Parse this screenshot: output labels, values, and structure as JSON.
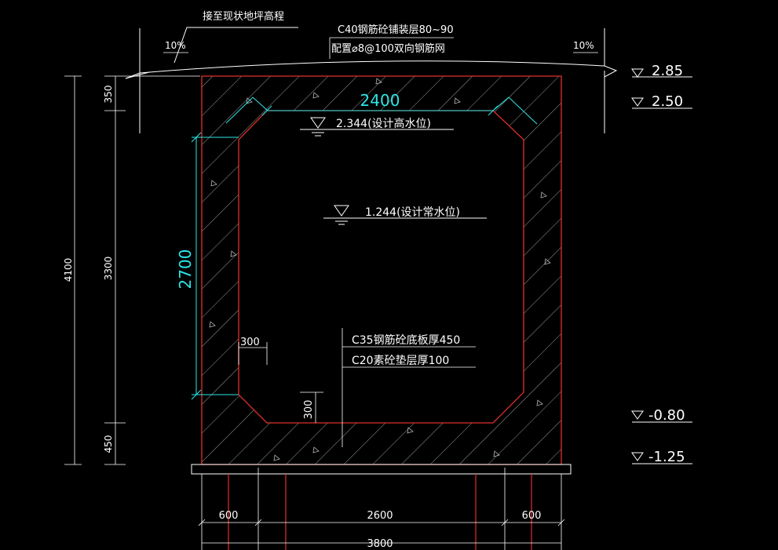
{
  "colors": {
    "background": "#000000",
    "concrete_outline": "#e0302a",
    "line_white": "#ffffff",
    "dimension_cyan": "#2ee6e6"
  },
  "annotations": {
    "ground_note": "接至现状地坪高程",
    "slope_left": "10%",
    "slope_right": "10%",
    "top_slab_line1": "C40钢筋砼铺装层80~90",
    "top_slab_line2": "配置⌀8@100双向钢筋网",
    "high_water": "2.344(设计高水位)",
    "normal_water": "1.244(设计常水位)",
    "bottom_slab_line1": "C35钢筋砼底板厚450",
    "bottom_slab_line2": "C20素砼垫层厚100"
  },
  "elevations": {
    "e1": "2.85",
    "e2": "2.50",
    "e3": "-0.80",
    "e4": "-1.25"
  },
  "dimensions": {
    "inner_width": "2400",
    "inner_height": "2700",
    "total_height": "4100",
    "top_thickness": "350",
    "wall_height": "3300",
    "bottom_thickness": "450",
    "haunch_horizontal": "300",
    "haunch_vertical": "300",
    "left_segment": "600",
    "middle_segment": "2600",
    "right_segment": "600",
    "overall_width": "3800"
  }
}
